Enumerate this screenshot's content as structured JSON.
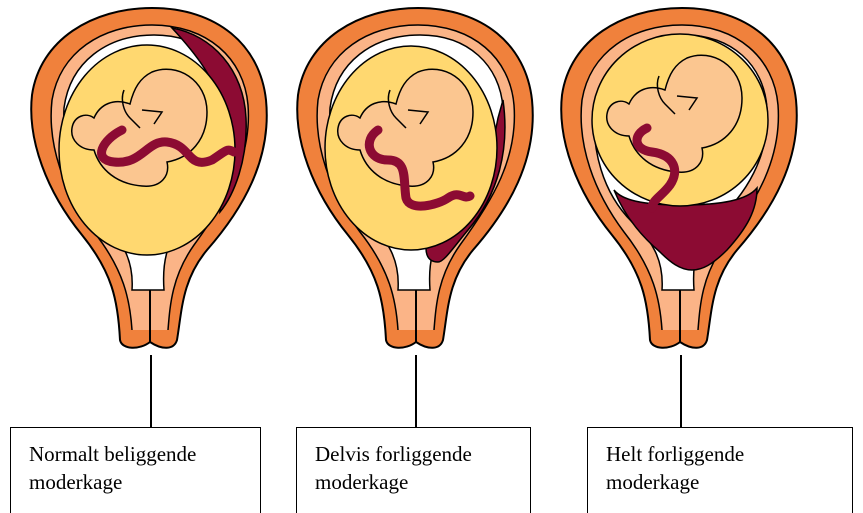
{
  "panels": [
    {
      "line1": "Normalt beliggende",
      "line2": "moderkage"
    },
    {
      "line1": "Delvis forliggende",
      "line2": "moderkage"
    },
    {
      "line1": "Helt forliggende",
      "line2": "moderkage"
    }
  ],
  "colors": {
    "uterus_outer": "#f0813c",
    "uterus_inner": "#fbb487",
    "cavity": "#ffffff",
    "amniotic_sac": "#ffd870",
    "fetus_fill": "#fbc690",
    "placenta": "#8c0b33",
    "outline": "#000000"
  }
}
